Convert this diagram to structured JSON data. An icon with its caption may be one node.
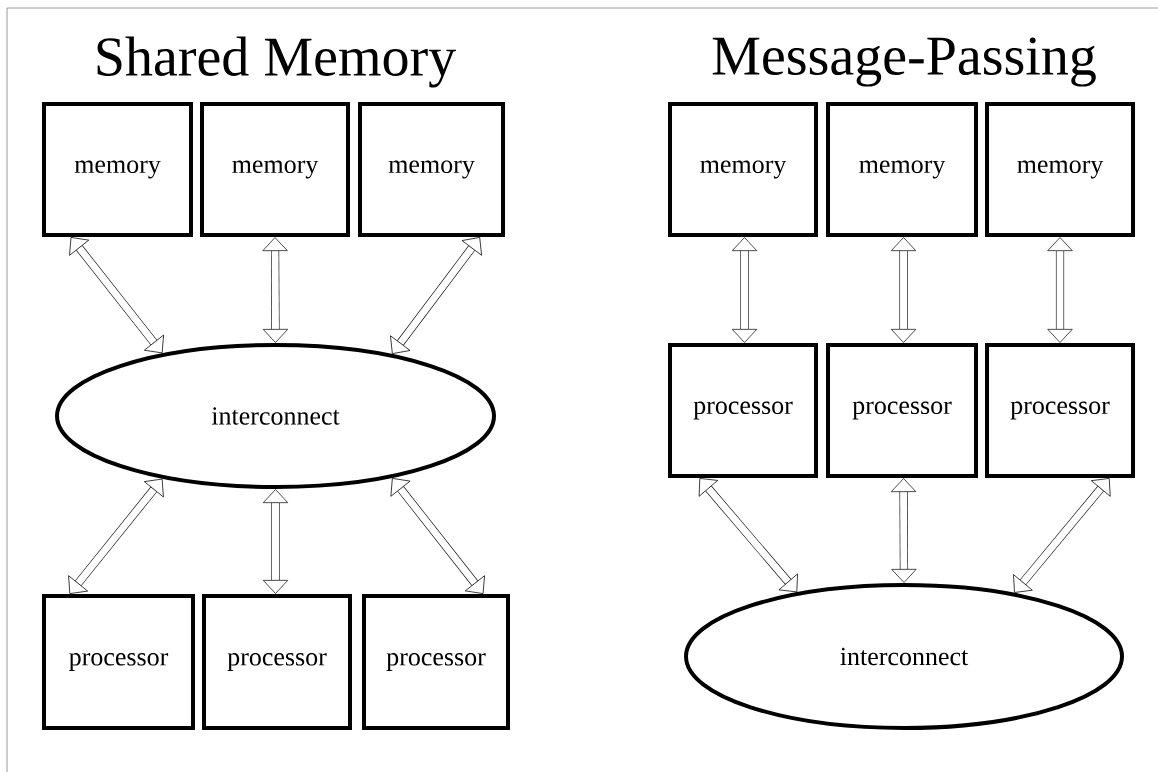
{
  "diagram": {
    "nodes": [
      {
        "text": [
          "memory"
        ]
      },
      {
        "text": [
          "memory"
        ]
      },
      {
        "text": [
          "memory"
        ]
      },
      {
        "text": [
          "interconnect"
        ]
      },
      {
        "text": [
          "processor"
        ]
      },
      {
        "text": [
          "processor"
        ]
      },
      {
        "text": [
          "processor"
        ]
      },
      {
        "text": [
          "memory"
        ]
      },
      {
        "text": [
          "memory"
        ]
      },
      {
        "text": [
          "memory"
        ]
      },
      {
        "text": [
          "processor"
        ]
      },
      {
        "text": [
          "processor"
        ]
      },
      {
        "text": [
          "processor"
        ]
      },
      {
        "text": [
          "interconnect"
        ]
      }
    ],
    "edges": [
      {
        "from": 0,
        "to": 3,
        "arrow": "both"
      },
      {
        "from": 1,
        "to": 3,
        "arrow": "both"
      },
      {
        "from": 2,
        "to": 3,
        "arrow": "both"
      },
      {
        "from": 3,
        "to": 4,
        "arrow": "both"
      },
      {
        "from": 3,
        "to": 5,
        "arrow": "both"
      },
      {
        "from": 3,
        "to": 6,
        "arrow": "both"
      },
      {
        "from": 7,
        "to": 10,
        "arrow": "both"
      },
      {
        "from": 8,
        "to": 11,
        "arrow": "both"
      },
      {
        "from": 9,
        "to": 12,
        "arrow": "both"
      },
      {
        "from": 10,
        "to": 13,
        "arrow": "both"
      },
      {
        "from": 11,
        "to": 13,
        "arrow": "both"
      },
      {
        "from": 12,
        "to": 13,
        "arrow": "both"
      }
    ],
    "labels": [
      "Shared Memory",
      "Message-Passing"
    ]
  }
}
